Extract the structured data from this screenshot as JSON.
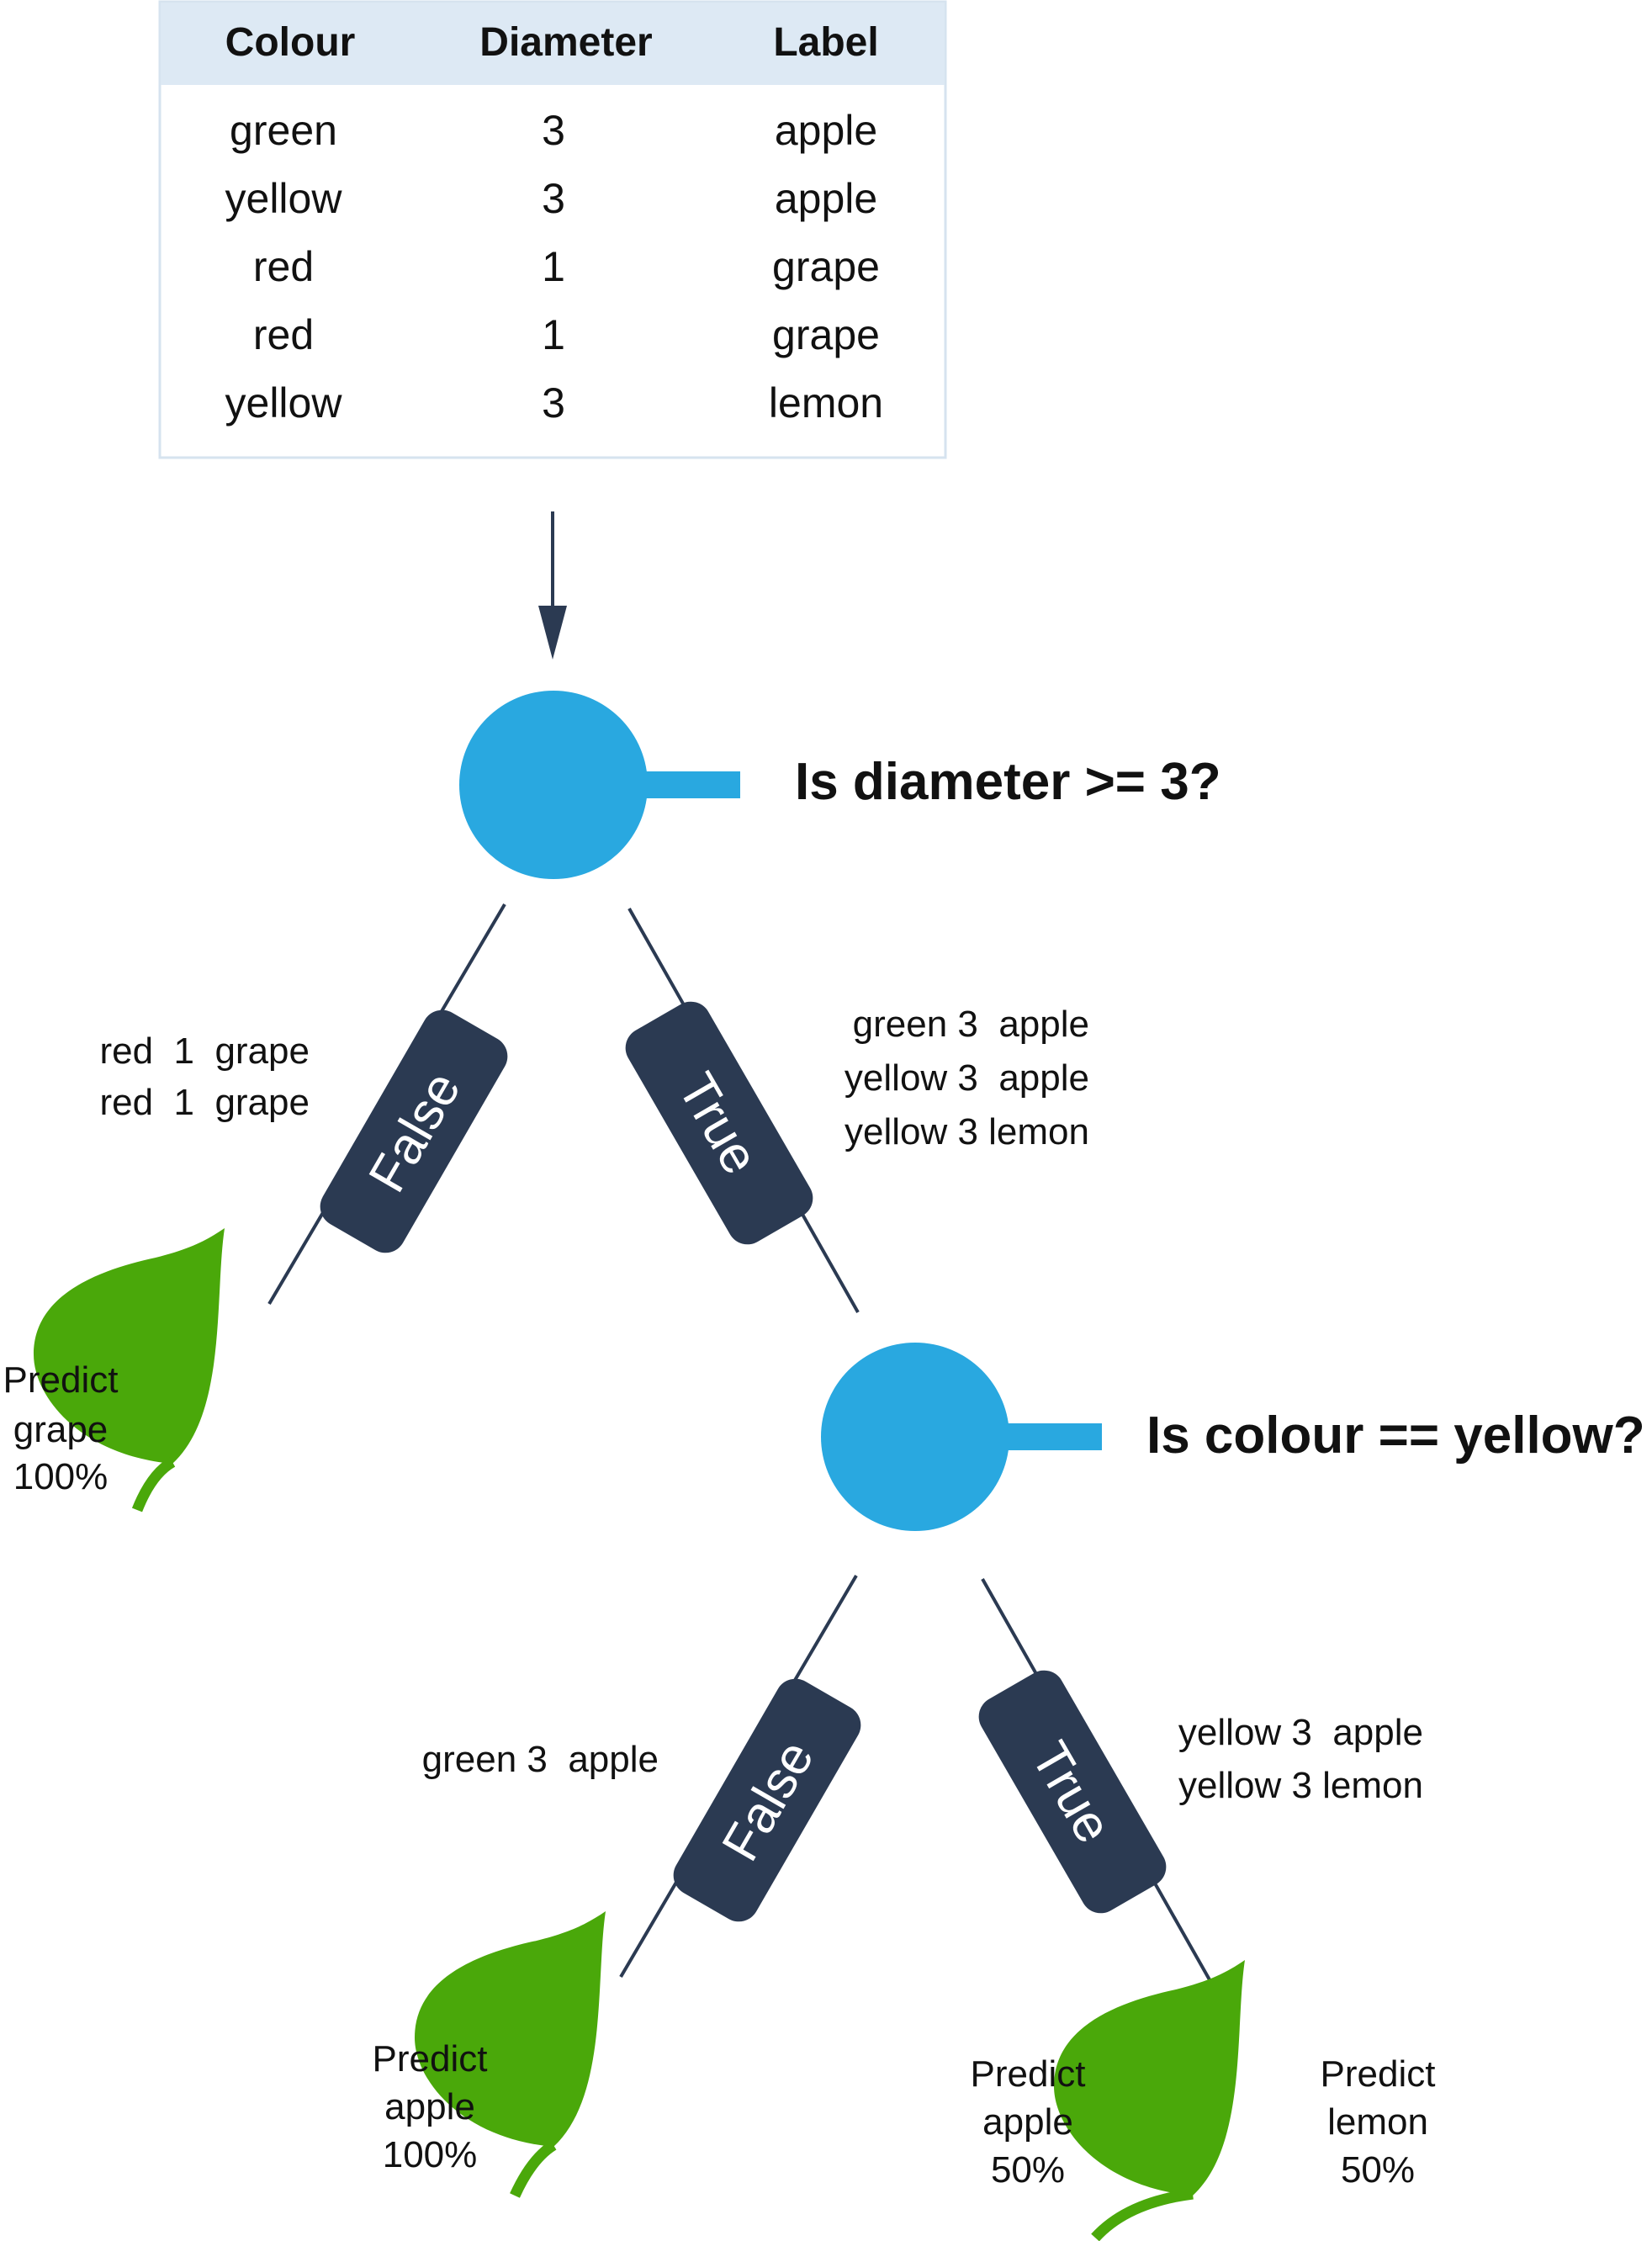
{
  "table": {
    "headers": [
      "Colour",
      "Diameter",
      "Label"
    ],
    "rows": [
      [
        "green",
        "3",
        "apple"
      ],
      [
        "yellow",
        "3",
        "apple"
      ],
      [
        "red",
        "1",
        "grape"
      ],
      [
        "red",
        "1",
        "grape"
      ],
      [
        "yellow",
        "3",
        "lemon"
      ]
    ]
  },
  "colors": {
    "node": "#29a8e0",
    "badge": "#2b3a52",
    "line": "#2b3a52",
    "leaf": "#4aa80a",
    "table_header_bg": "#dde9f4",
    "table_border": "#d6e3ef"
  },
  "nodes": {
    "root": {
      "question": "Is diameter >= 3?"
    },
    "second": {
      "question": "Is colour == yellow?"
    }
  },
  "branches": {
    "root_false": {
      "label": "False",
      "rows": [
        "red  1  grape",
        "red  1  grape"
      ]
    },
    "root_true": {
      "label": "True",
      "rows": [
        "green 3  apple",
        "yellow 3  apple",
        "yellow 3 lemon"
      ]
    },
    "second_false": {
      "label": "False",
      "rows": [
        "green 3  apple"
      ]
    },
    "second_true": {
      "label": "True",
      "rows": [
        "yellow 3  apple",
        "yellow 3 lemon"
      ]
    }
  },
  "leaves": {
    "grape": {
      "lines": [
        "Predict",
        "grape",
        "100%"
      ],
      "icon": "leaf-icon"
    },
    "apple": {
      "lines": [
        "Predict",
        "apple",
        "100%"
      ],
      "icon": "leaf-icon"
    },
    "mixed_apple": {
      "lines": [
        "Predict",
        "apple",
        "50%"
      ],
      "icon": "leaf-icon"
    },
    "mixed_lemon": {
      "lines": [
        "Predict",
        "lemon",
        "50%"
      ]
    }
  }
}
